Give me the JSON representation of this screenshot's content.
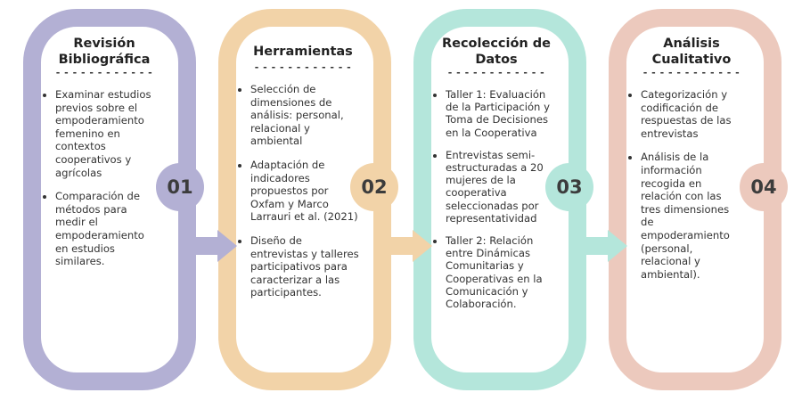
{
  "colors": {
    "stage1": "#b3b0d4",
    "stage2": "#f2d3a8",
    "stage3": "#b4e6db",
    "stage4": "#ecc9bd"
  },
  "stages": [
    {
      "number": "01",
      "title": "Revisión Bibliográfica",
      "separator": "- - - - - - - - - - - -",
      "items": [
        "Examinar estudios previos sobre el empoderamiento femenino en contextos cooperativos y agrícolas",
        "Comparación de métodos para medir el empoderamiento en estudios similares."
      ]
    },
    {
      "number": "02",
      "title": "Herramientas",
      "separator": "- - - - - - - - - - - -",
      "items": [
        "Selección de dimensiones de análisis: personal, relacional y ambiental",
        "Adaptación de indicadores propuestos por Oxfam y Marco Larrauri et al. (2021)",
        "Diseño de entrevistas y talleres participativos para caracterizar a las participantes."
      ]
    },
    {
      "number": "03",
      "title": "Recolección de Datos",
      "separator": "- - - - - - - - - - - -",
      "items": [
        "Taller 1: Evaluación de la Participación y Toma de Decisiones en la Cooperativa",
        "Entrevistas semi-estructuradas a 20 mujeres de la cooperativa seleccionadas por representatividad",
        "Taller 2: Relación entre Dinámicas Comunitarias y Cooperativas en la Comunicación y Colaboración."
      ]
    },
    {
      "number": "04",
      "title": "Análisis Cualitativo",
      "separator": "- - - - - - - - - - - -",
      "items": [
        "Categorización y codificación de respuestas de las entrevistas",
        "Análisis de la información recogida en relación con las tres dimensiones de empoderamiento (personal, relacional y ambiental)."
      ]
    }
  ]
}
